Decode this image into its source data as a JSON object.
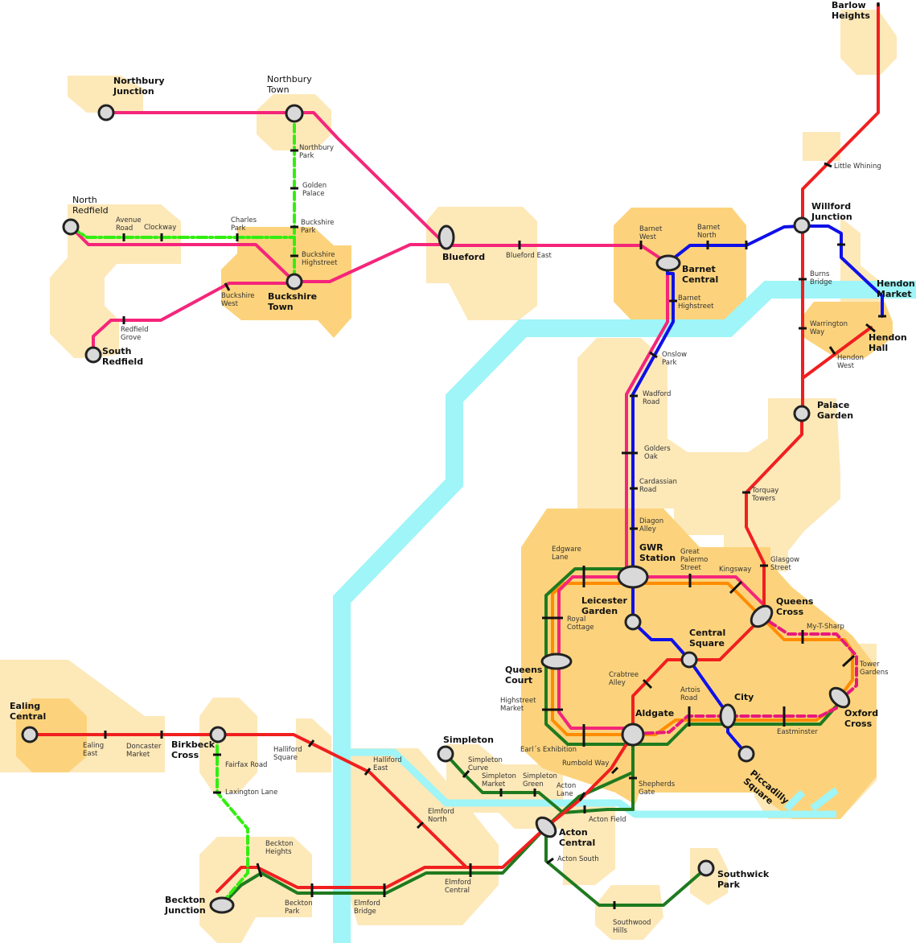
{
  "colors": {
    "zone_outer": "#fde8b8",
    "zone_inner": "#fcd37c",
    "river": "#9ff5f7",
    "red": "#f01f1f",
    "pink": "#f5257a",
    "blue": "#1010e8",
    "green": "#1f7a1f",
    "orange": "#ff8c00",
    "lime": "#33ee11",
    "magenta": "#e8197c"
  },
  "major_stations": {
    "barlow_heights": [
      "Barlow",
      "Heights"
    ],
    "northbury_junction": [
      "Northbury",
      "Junction"
    ],
    "northbury_town": [
      "Northbury",
      "Town"
    ],
    "north_redfield": [
      "North",
      "Redfield"
    ],
    "blueford": [
      "Blueford"
    ],
    "buckshire_town": [
      "Buckshire",
      "Town"
    ],
    "south_redfield": [
      "South",
      "Redfield"
    ],
    "barnet_central": [
      "Barnet",
      "Central"
    ],
    "willford_junction": [
      "Willford",
      "Junction"
    ],
    "hendon_market": [
      "Hendon",
      "Market"
    ],
    "hendon_hall": [
      "Hendon",
      "Hall"
    ],
    "palace_garden": [
      "Palace",
      "Garden"
    ],
    "gwr_station": [
      "GWR",
      "Station"
    ],
    "leicester_garden": [
      "Leicester",
      "Garden"
    ],
    "queens_cross": [
      "Queens",
      "Cross"
    ],
    "central_square": [
      "Central",
      "Square"
    ],
    "queens_court": [
      "Queens",
      "Court"
    ],
    "city": [
      "City"
    ],
    "aldgate": [
      "Aldgate"
    ],
    "oxford_cross": [
      "Oxford",
      "Cross"
    ],
    "piccadilly_square": [
      "Piccadilly",
      "Square"
    ],
    "ealing_central": [
      "Ealing",
      "Central"
    ],
    "birkbeck_cross": [
      "Birkbeck",
      "Cross"
    ],
    "simpleton": [
      "Simpleton"
    ],
    "acton_central": [
      "Acton",
      "Central"
    ],
    "southwick_park": [
      "Southwick",
      "Park"
    ],
    "beckton_junction": [
      "Beckton",
      "Junction"
    ]
  },
  "minor_stations": {
    "northbury_park": [
      "Northbury",
      "Park"
    ],
    "golden_palace": [
      "Golden",
      "Palace"
    ],
    "buckshire_park": [
      "Buckshire",
      "Park"
    ],
    "buckshire_highstreet": [
      "Buckshire",
      "Highstreet"
    ],
    "avenue_road": [
      "Avenue",
      "Road"
    ],
    "clockway": [
      "Clockway"
    ],
    "charles_park": [
      "Charles",
      "Park"
    ],
    "buckshire_west": [
      "Buckshire",
      "West"
    ],
    "redfield_grove": [
      "Redfield",
      "Grove"
    ],
    "blueford_east": [
      "Blueford East"
    ],
    "barnet_west": [
      "Barnet",
      "West"
    ],
    "barnet_north": [
      "Barnet",
      "North"
    ],
    "barnet_highstreet": [
      "Barnet",
      "Highstreet"
    ],
    "onslow_park": [
      "Onslow",
      "Park"
    ],
    "wadford_road": [
      "Wadford",
      "Road"
    ],
    "golders_oak": [
      "Golders",
      "Oak"
    ],
    "cardassian_road": [
      "Cardassian",
      "Road"
    ],
    "diagon_alley": [
      "Diagon",
      "Alley"
    ],
    "little_whining": [
      "Little Whining"
    ],
    "burns_bridge": [
      "Burns",
      "Bridge"
    ],
    "warrington_way": [
      "Warrington",
      "Way"
    ],
    "hendon_west": [
      "Hendon",
      "West"
    ],
    "torquay_towers": [
      "Torquay",
      "Towers"
    ],
    "glasgow_street": [
      "Glasgow",
      "Street"
    ],
    "edgware_lane": [
      "Edgware",
      "Lane"
    ],
    "great_palermo_street": [
      "Great",
      "Palermo",
      "Street"
    ],
    "kingsway": [
      "Kingsway"
    ],
    "royal_cottage": [
      "Royal",
      "Cottage"
    ],
    "my_t_sharp": [
      "My-T-Sharp"
    ],
    "tower_gardens": [
      "Tower",
      "Gardens"
    ],
    "crabtree_alley": [
      "Crabtree",
      "Alley"
    ],
    "artois_road": [
      "Artois",
      "Road"
    ],
    "highstreet_market": [
      "Highstreet",
      "Market"
    ],
    "eastminster": [
      "Eastminster"
    ],
    "earls_exhibition": [
      "Earl´s Exhibition"
    ],
    "rumbold_way": [
      "Rumbold Way"
    ],
    "shepherds_gate": [
      "Shepherds",
      "Gate"
    ],
    "simpleton_curve": [
      "Simpleton",
      "Curve"
    ],
    "simpleton_market": [
      "Simpleton",
      "Market"
    ],
    "simpleton_green": [
      "Simpleton",
      "Green"
    ],
    "acton_lane": [
      "Acton",
      "Lane"
    ],
    "acton_field": [
      "Acton Field"
    ],
    "acton_south": [
      "Acton South"
    ],
    "southwood_hills": [
      "Southwood",
      "Hills"
    ],
    "ealing_east": [
      "Ealing",
      "East"
    ],
    "doncaster_market": [
      "Doncaster",
      "Market"
    ],
    "halliford_square": [
      "Halliford",
      "Square"
    ],
    "halliford_east": [
      "Halliford",
      "East"
    ],
    "elmford_north": [
      "Elmford",
      "North"
    ],
    "elmford_central": [
      "Elmford",
      "Central"
    ],
    "elmford_bridge": [
      "Elmford",
      "Bridge"
    ],
    "beckton_park": [
      "Beckton",
      "Park"
    ],
    "beckton_heights": [
      "Beckton",
      "Heights"
    ],
    "fairfax_road": [
      "Fairfax Road"
    ],
    "laxington_lane": [
      "Laxington Lane"
    ]
  }
}
